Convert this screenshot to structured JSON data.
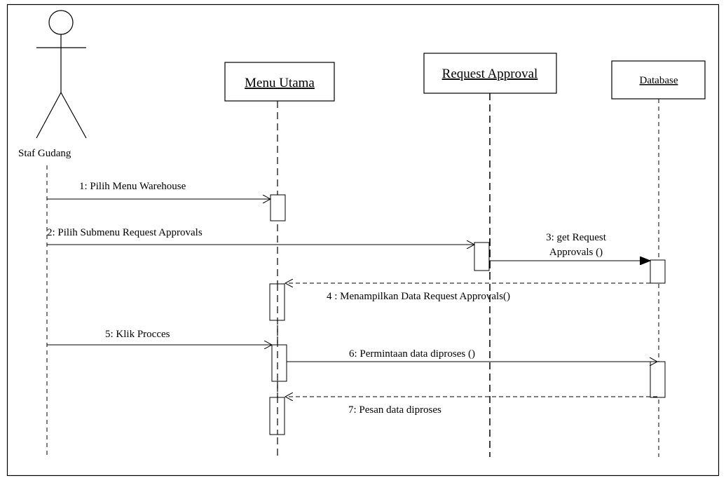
{
  "diagram": {
    "actor": {
      "label": "Staf Gudang"
    },
    "objects": [
      {
        "id": "menu_utama",
        "label": "Menu Utama"
      },
      {
        "id": "request_approval",
        "label": "Request Approval"
      },
      {
        "id": "database",
        "label": "Database"
      }
    ],
    "messages": [
      {
        "id": "m1",
        "label": "1:  Pilih Menu Warehouse",
        "kind": "call"
      },
      {
        "id": "m2",
        "label": "2: Pilih Submenu Request Approvals",
        "kind": "call"
      },
      {
        "id": "m3",
        "label_lines": [
          "3: get Request",
          "Approvals ()"
        ],
        "kind": "sync"
      },
      {
        "id": "m4",
        "label": "4 : Menampilkan Data Request Approvals()",
        "kind": "return"
      },
      {
        "id": "m5",
        "label": "5:  Klik Procces",
        "kind": "call"
      },
      {
        "id": "m6",
        "label": "6: Permintaan data diproses ()",
        "kind": "call"
      },
      {
        "id": "m7",
        "label": "7: Pesan data diproses",
        "kind": "return"
      }
    ]
  }
}
